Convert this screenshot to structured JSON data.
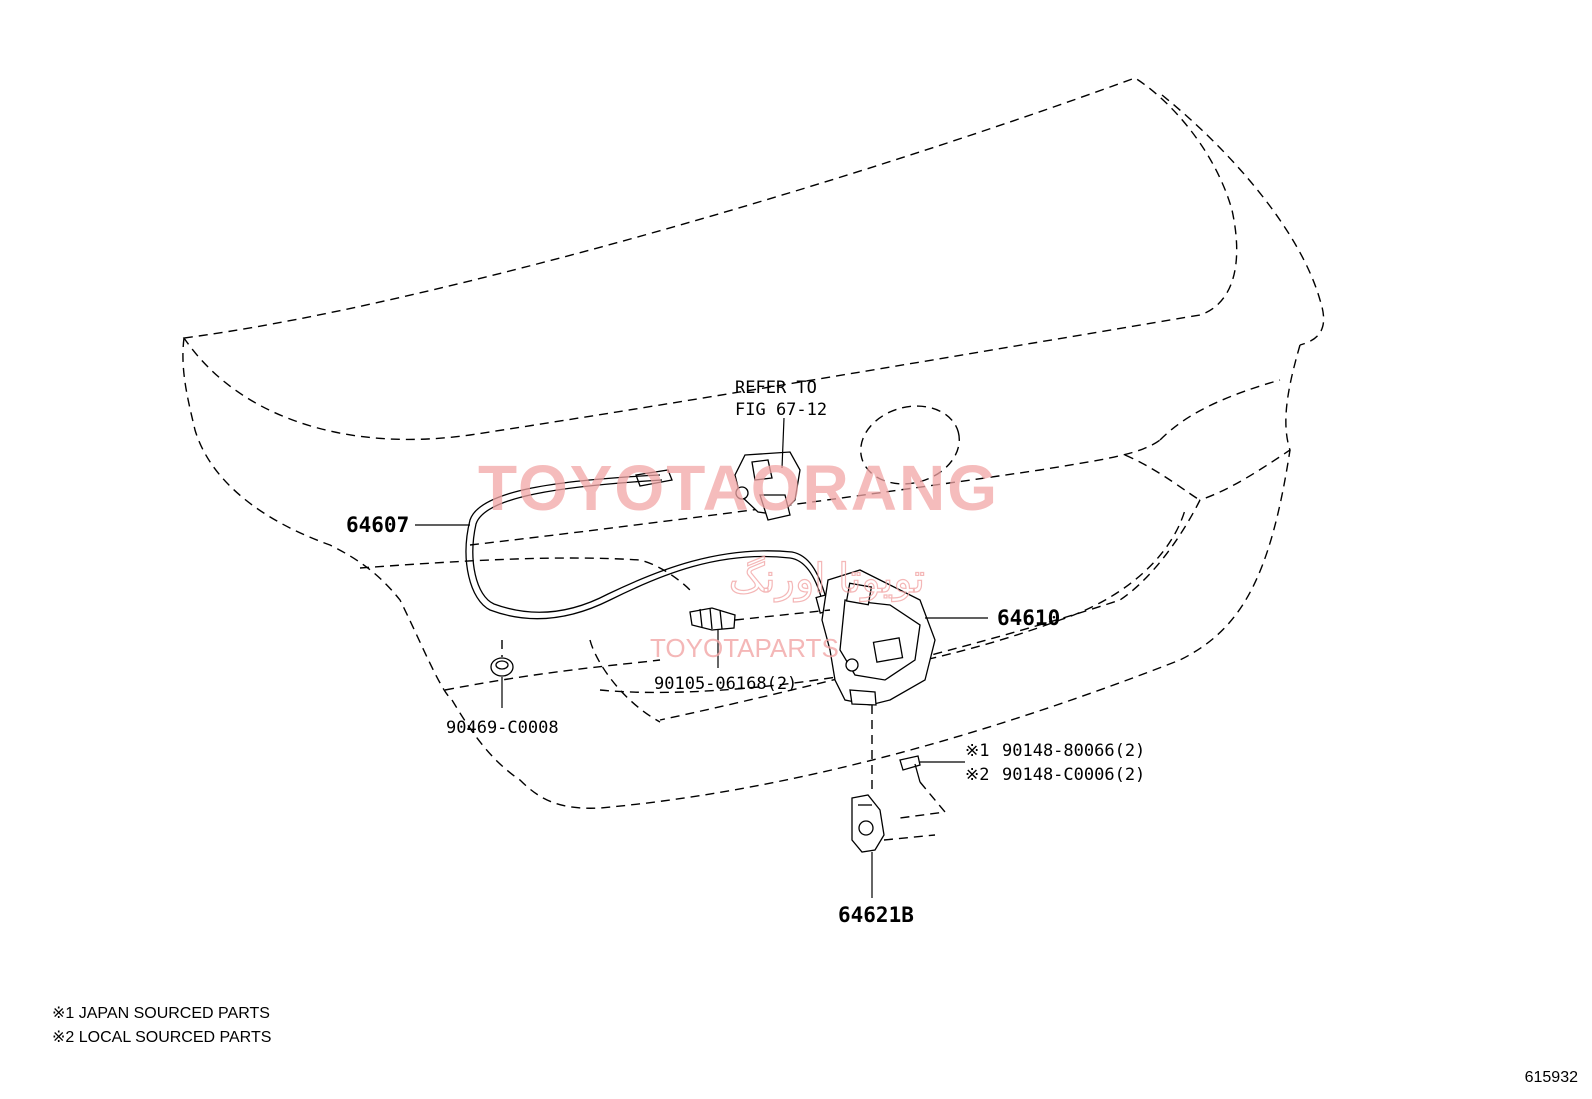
{
  "callouts": {
    "refer_line1": "REFER TO",
    "refer_line2": "FIG 67-12",
    "p64607": "64607",
    "p64610": "64610",
    "p90105": "90105-06168(2)",
    "p90469": "90469-C0008",
    "p90148_a_mark": "※1",
    "p90148_a": "90148-80066(2)",
    "p90148_b_mark": "※2",
    "p90148_b": "90148-C0006(2)",
    "p64621B": "64621B"
  },
  "notes": {
    "n1": "※1 JAPAN SOURCED PARTS",
    "n2": "※2 LOCAL SOURCED PARTS"
  },
  "figure_id": "615932",
  "watermarks": {
    "big": "TOYOTAORANG",
    "arabic": "تويوتا اورنگ",
    "small": "TOYOTAPARTS"
  },
  "colors": {
    "line": "#000000",
    "watermark": "#f2a6a6",
    "background": "#ffffff"
  }
}
